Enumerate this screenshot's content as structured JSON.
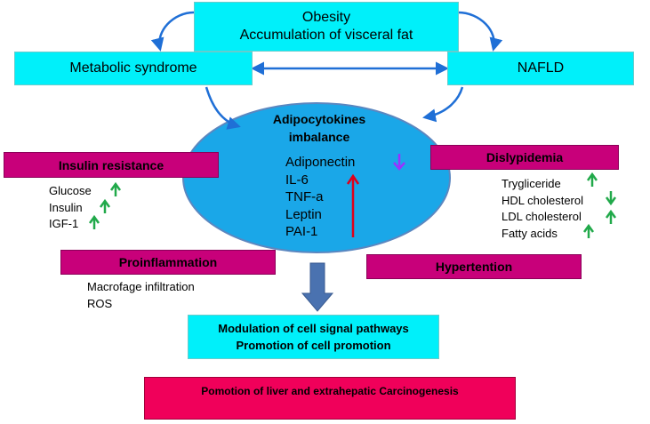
{
  "top": {
    "line1": "Obesity",
    "line2": "Accumulation of visceral fat"
  },
  "metabolic_syndrome": "Metabolic syndrome",
  "nafld": "NAFLD",
  "center": {
    "title_line1": "Adipocytokines",
    "title_line2": "imbalance",
    "items": [
      "Adiponectin",
      "IL-6",
      "TNF-a",
      "Leptin",
      "PAI-1"
    ]
  },
  "insulin_resistance": {
    "title": "Insulin resistance",
    "items": [
      "Glucose",
      "Insulin",
      "IGF-1"
    ]
  },
  "dyslipidemia": {
    "title": "Dislypidemia",
    "items": [
      "Trygliceride",
      "HDL cholesterol",
      "LDL cholesterol",
      "Fatty acids"
    ]
  },
  "proinflammation": {
    "title": "Proinflammation",
    "items": [
      "Macrofage infiltration",
      "ROS"
    ]
  },
  "hypertension": "Hypertention",
  "modulation": {
    "line1": "Modulation of cell signal pathways",
    "line2": "Promotion of cell promotion"
  },
  "carcinogenesis": "Pomotion of liver and extrahepatic Carcinogenesis",
  "colors": {
    "cyan_box": "#00f0fa",
    "magenta_box": "#c8007a",
    "red_box": "#f0005a",
    "ellipse": "#1aa7e8",
    "connector_arrow": "#1f6fd6",
    "up_arrow": "#21a94a",
    "down_arrow_purple": "#9b30ff",
    "red_arrow": "#e0001a",
    "big_arrow": "#4a72b0"
  }
}
